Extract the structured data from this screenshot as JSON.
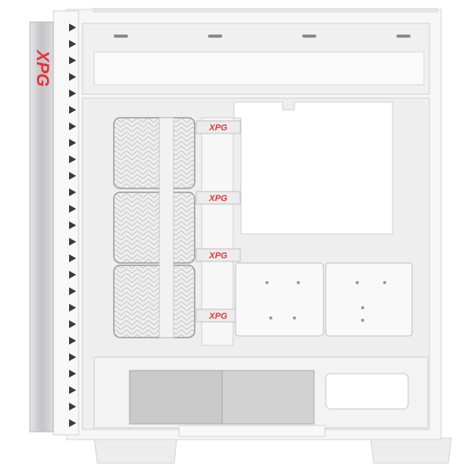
{
  "product": {
    "brand_logo": "XPG",
    "strap_logos": [
      "XPG",
      "XPG",
      "XPG",
      "XPG"
    ]
  },
  "colors": {
    "case_white": "#f4f4f4",
    "panel_silver": "#c9c9cb",
    "logo_red": "#e8333a",
    "shroud_grey": "#c8c8c8"
  }
}
